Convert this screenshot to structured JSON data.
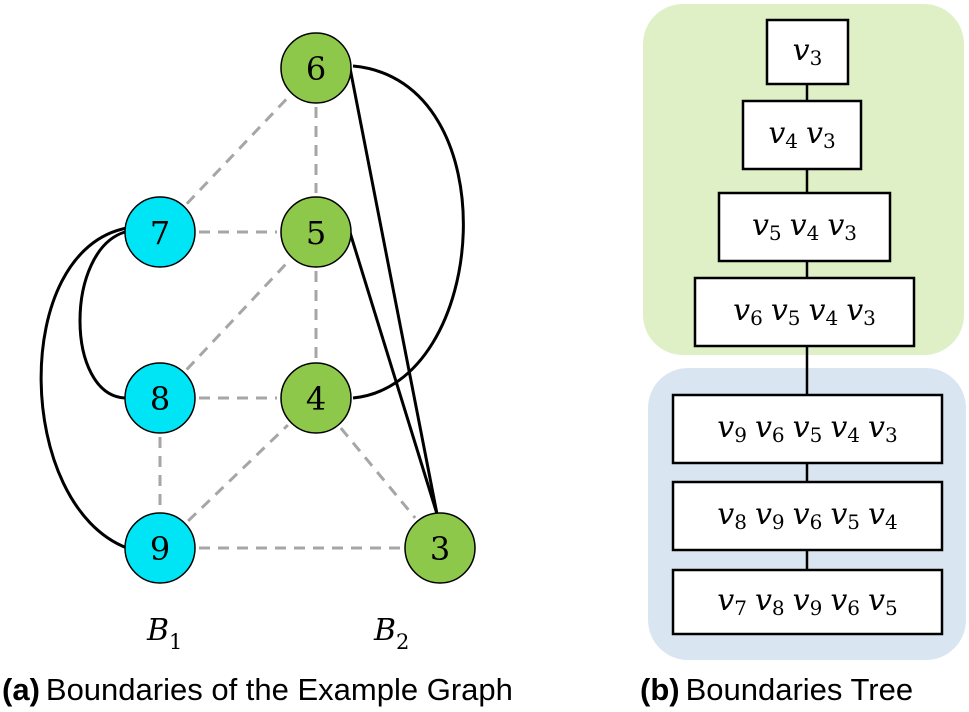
{
  "colors": {
    "green_node": "#8DC84A",
    "cyan_node": "#00E5F5",
    "green_panel": "#DFF0C6",
    "blue_panel": "#DAE5F2",
    "dashed_edge": "#A6A6A6",
    "solid_edge": "#000000"
  },
  "graph": {
    "nodes": [
      {
        "id": "6",
        "label": "6",
        "group": "B2"
      },
      {
        "id": "5",
        "label": "5",
        "group": "B2"
      },
      {
        "id": "4",
        "label": "4",
        "group": "B2"
      },
      {
        "id": "3",
        "label": "3",
        "group": "B2"
      },
      {
        "id": "7",
        "label": "7",
        "group": "B1"
      },
      {
        "id": "8",
        "label": "8",
        "group": "B1"
      },
      {
        "id": "9",
        "label": "9",
        "group": "B1"
      }
    ],
    "dashed_edges": [
      [
        "7",
        "6"
      ],
      [
        "6",
        "5"
      ],
      [
        "7",
        "5"
      ],
      [
        "5",
        "4"
      ],
      [
        "8",
        "5"
      ],
      [
        "8",
        "4"
      ],
      [
        "9",
        "4"
      ],
      [
        "8",
        "9"
      ],
      [
        "9",
        "3"
      ],
      [
        "4",
        "3"
      ]
    ],
    "solid_edges": [
      [
        "6",
        "3"
      ],
      [
        "5",
        "3"
      ],
      [
        "6",
        "4"
      ],
      [
        "7",
        "8"
      ],
      [
        "7",
        "9"
      ]
    ],
    "boundary_labels": [
      {
        "base": "B",
        "sub": "1"
      },
      {
        "base": "B",
        "sub": "2"
      }
    ]
  },
  "tree": {
    "boxes": [
      [
        "3"
      ],
      [
        "4",
        "3"
      ],
      [
        "5",
        "4",
        "3"
      ],
      [
        "6",
        "5",
        "4",
        "3"
      ],
      [
        "9",
        "6",
        "5",
        "4",
        "3"
      ],
      [
        "8",
        "9",
        "6",
        "5",
        "4"
      ],
      [
        "7",
        "8",
        "9",
        "6",
        "5"
      ]
    ],
    "var_letter": "v"
  },
  "captions": {
    "a_tag": "(a)",
    "a_text": "Boundaries of the Example Graph",
    "b_tag": "(b)",
    "b_text": "Boundaries Tree"
  }
}
